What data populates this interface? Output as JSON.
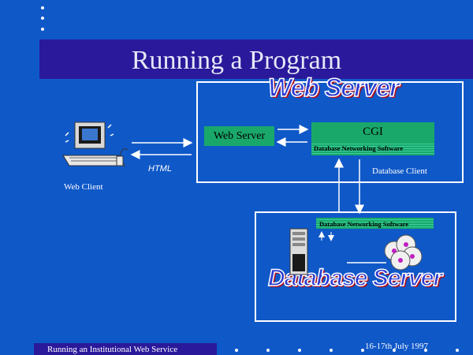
{
  "slide": {
    "title": "Running a Program",
    "web_server_banner": "Web Server",
    "web_server_inner": "Web Server",
    "cgi": "CGI",
    "db_networking_1": "Database Networking Software",
    "db_networking_2": "Database Networking Software",
    "db_client": "Database Client",
    "web_client": "Web Client",
    "html_label": "HTML",
    "db_server_banner": "Database Server"
  },
  "footer": {
    "left": "Running an Institutional Web Service",
    "right": "16-17th July 1997"
  },
  "colors": {
    "background": "#0f58c8",
    "title_band": "#2a199a",
    "box_fill": "#1aa86a"
  }
}
